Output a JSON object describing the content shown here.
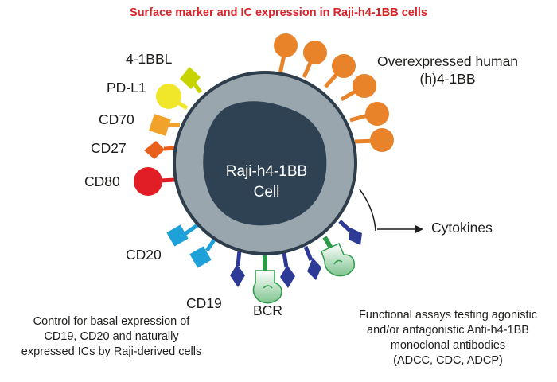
{
  "title": "Surface marker and IC expression in Raji-h4-1BB cells",
  "cell": {
    "name_line1": "Raji-h4-1BB",
    "name_line2": "Cell"
  },
  "markers": {
    "bbl": "4-1BBL",
    "pdl1": "PD-L1",
    "cd70": "CD70",
    "cd27": "CD27",
    "cd80": "CD80",
    "cd20": "CD20",
    "cd19": "CD19",
    "bcr": "BCR"
  },
  "receptor_label": {
    "line1": "Overexpressed human",
    "line2": "(h)4-1BB"
  },
  "cytokines": "Cytokines",
  "notes": {
    "control": [
      "Control for basal expression of",
      "CD19, CD20 and naturally",
      "expressed ICs by Raji-derived cells"
    ],
    "functional": [
      "Functional assays testing agonistic",
      "and/or antagonistic Anti-h4-1BB",
      "monoclonal antibodies",
      "(ADCC, CDC, ADCP)"
    ]
  },
  "colors": {
    "title": "#d8232a",
    "cell_outer": "#9aa6ae",
    "cell_rim": "#2e3d4b",
    "nucleus": "#2e4253",
    "h41bb": "#e8832a",
    "bbl": "#c8d400",
    "pdl1": "#f0e62a",
    "cd70": "#f0a22a",
    "cd27": "#e9601d",
    "cd80": "#e11d25",
    "cd20": "#1ea0d8",
    "cd19": "#2e3b96",
    "bcr": "#2e9b4a"
  }
}
